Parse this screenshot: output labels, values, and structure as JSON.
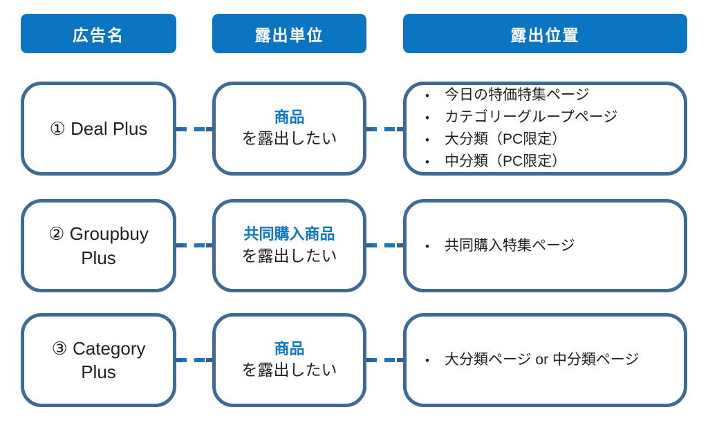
{
  "diagram": {
    "bullet_glyph": "•",
    "columns": [
      {
        "header": "広告名"
      },
      {
        "header": "露出単位"
      },
      {
        "header": "露出位置"
      }
    ],
    "rows": [
      {
        "ad_name": "① Deal Plus",
        "unit": {
          "highlight": "商品",
          "suffix": "を露出したい"
        },
        "positions": [
          "今日の特価特集ページ",
          "カテゴリーグループページ",
          "大分類（PC限定）",
          "中分類（PC限定）"
        ]
      },
      {
        "ad_name": "② Groupbuy Plus",
        "unit": {
          "highlight": "共同購入商品",
          "suffix": "を露出したい"
        },
        "positions": [
          "共同購入特集ページ"
        ]
      },
      {
        "ad_name": "③ Category Plus",
        "unit": {
          "highlight": "商品",
          "suffix": "を露出したい"
        },
        "positions": [
          "大分類ページ or 中分類ページ"
        ]
      }
    ]
  },
  "colors": {
    "header_blue": "#0b75c2",
    "accent_blue": "#0d78c4",
    "box_border": "#3e6b96",
    "connector_blue": "#1b76c2",
    "stub_blue": "#2f6190",
    "text_dark": "#1f1f1f",
    "background": "#ffffff"
  }
}
